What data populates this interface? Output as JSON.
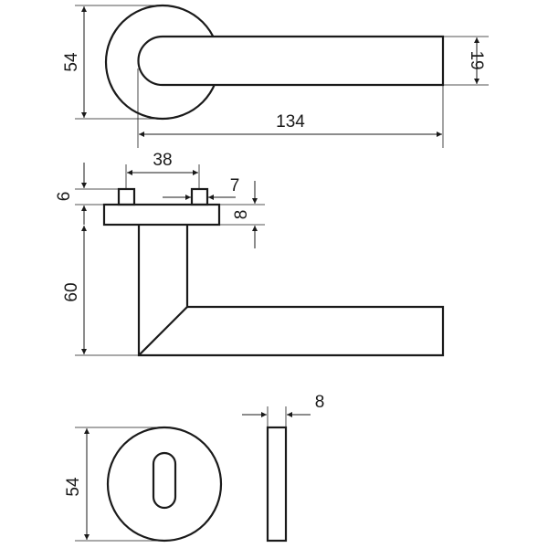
{
  "dimensions": {
    "rose_diameter_top": "54",
    "lever_thickness": "19",
    "lever_length": "134",
    "pin_spacing": "38",
    "pin_width": "7",
    "pin_height": "6",
    "base_thickness": "8",
    "lever_height": "60",
    "escutcheon_diameter": "54",
    "escutcheon_thickness": "8"
  }
}
